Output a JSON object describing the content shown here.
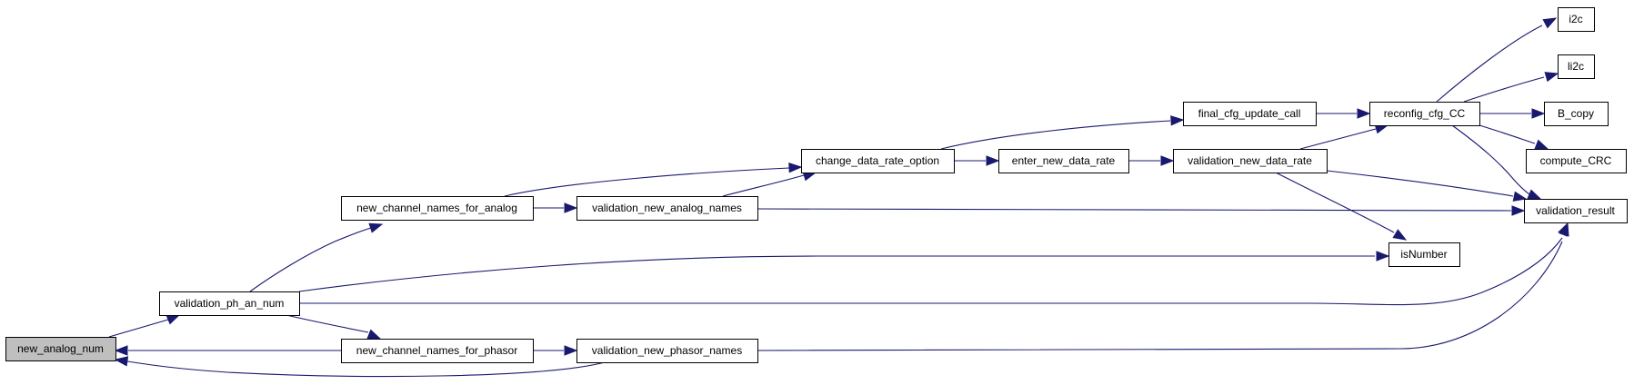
{
  "colors": {
    "edge": "#191970",
    "node_fill": "#ffffff",
    "root_fill": "#bfbfbf",
    "node_border": "#000000"
  },
  "nodes": [
    {
      "id": "new_analog_num",
      "label": "new_analog_num",
      "root": true
    },
    {
      "id": "validation_ph_an_num",
      "label": "validation_ph_an_num"
    },
    {
      "id": "new_channel_names_for_analog",
      "label": "new_channel_names_for_analog"
    },
    {
      "id": "new_channel_names_for_phasor",
      "label": "new_channel_names_for_phasor"
    },
    {
      "id": "validation_new_analog_names",
      "label": "validation_new_analog_names"
    },
    {
      "id": "validation_new_phasor_names",
      "label": "validation_new_phasor_names"
    },
    {
      "id": "change_data_rate_option",
      "label": "change_data_rate_option"
    },
    {
      "id": "enter_new_data_rate",
      "label": "enter_new_data_rate"
    },
    {
      "id": "final_cfg_update_call",
      "label": "final_cfg_update_call"
    },
    {
      "id": "validation_new_data_rate",
      "label": "validation_new_data_rate"
    },
    {
      "id": "reconfig_cfg_CC",
      "label": "reconfig_cfg_CC"
    },
    {
      "id": "i2c",
      "label": "i2c"
    },
    {
      "id": "li2c",
      "label": "li2c"
    },
    {
      "id": "B_copy",
      "label": "B_copy"
    },
    {
      "id": "compute_CRC",
      "label": "compute_CRC"
    },
    {
      "id": "validation_result",
      "label": "validation_result"
    },
    {
      "id": "isNumber",
      "label": "isNumber"
    }
  ],
  "edges": [
    {
      "from": "new_analog_num",
      "to": "validation_ph_an_num"
    },
    {
      "from": "validation_ph_an_num",
      "to": "new_channel_names_for_analog"
    },
    {
      "from": "validation_ph_an_num",
      "to": "new_channel_names_for_phasor"
    },
    {
      "from": "validation_ph_an_num",
      "to": "isNumber"
    },
    {
      "from": "validation_ph_an_num",
      "to": "validation_result"
    },
    {
      "from": "new_channel_names_for_analog",
      "to": "change_data_rate_option"
    },
    {
      "from": "new_channel_names_for_analog",
      "to": "validation_new_analog_names"
    },
    {
      "from": "validation_new_analog_names",
      "to": "change_data_rate_option"
    },
    {
      "from": "validation_new_analog_names",
      "to": "validation_result"
    },
    {
      "from": "new_channel_names_for_phasor",
      "to": "new_analog_num"
    },
    {
      "from": "new_channel_names_for_phasor",
      "to": "validation_new_phasor_names"
    },
    {
      "from": "validation_new_phasor_names",
      "to": "new_analog_num"
    },
    {
      "from": "validation_new_phasor_names",
      "to": "validation_result"
    },
    {
      "from": "change_data_rate_option",
      "to": "final_cfg_update_call"
    },
    {
      "from": "change_data_rate_option",
      "to": "enter_new_data_rate"
    },
    {
      "from": "enter_new_data_rate",
      "to": "validation_new_data_rate"
    },
    {
      "from": "final_cfg_update_call",
      "to": "reconfig_cfg_CC"
    },
    {
      "from": "validation_new_data_rate",
      "to": "reconfig_cfg_CC"
    },
    {
      "from": "validation_new_data_rate",
      "to": "validation_result"
    },
    {
      "from": "validation_new_data_rate",
      "to": "isNumber"
    },
    {
      "from": "reconfig_cfg_CC",
      "to": "i2c"
    },
    {
      "from": "reconfig_cfg_CC",
      "to": "li2c"
    },
    {
      "from": "reconfig_cfg_CC",
      "to": "B_copy"
    },
    {
      "from": "reconfig_cfg_CC",
      "to": "compute_CRC"
    },
    {
      "from": "reconfig_cfg_CC",
      "to": "validation_result"
    }
  ]
}
